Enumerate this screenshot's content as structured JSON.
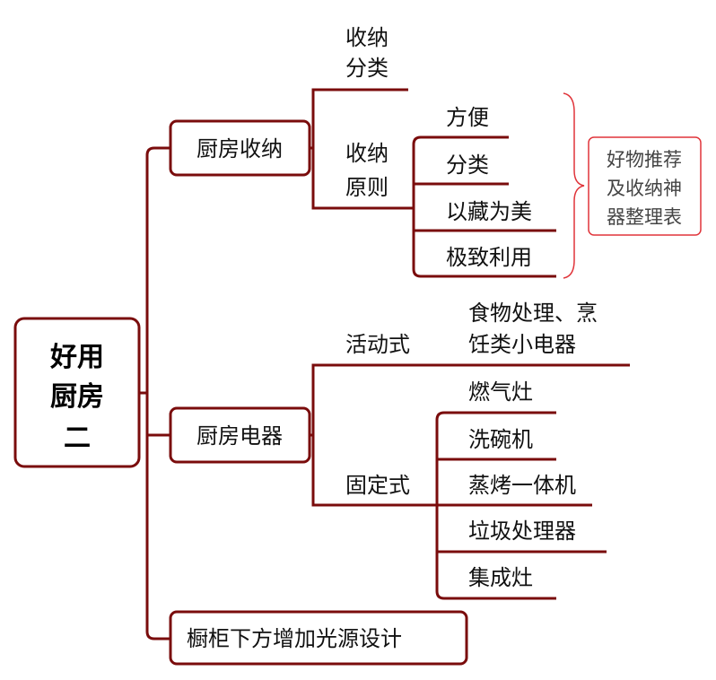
{
  "root": {
    "lines": [
      "好用",
      "厨房",
      "二"
    ]
  },
  "branches": [
    {
      "label": "厨房收纳",
      "children": [
        {
          "label_lines": [
            "收纳",
            "分类"
          ]
        },
        {
          "label_lines": [
            "收纳",
            "原则"
          ],
          "children": [
            "方便",
            "分类",
            "以藏为美",
            "极致利用"
          ]
        }
      ]
    },
    {
      "label": "厨房电器",
      "children": [
        {
          "label": "活动式",
          "children_lines": [
            "食物处理、烹",
            "饪类小电器"
          ]
        },
        {
          "label": "固定式",
          "children": [
            "燃气灶",
            "洗碗机",
            "蒸烤一体机",
            "垃圾处理器",
            "集成灶"
          ]
        }
      ]
    },
    {
      "label": "橱柜下方增加光源设计"
    }
  ],
  "note": {
    "lines": [
      "好物推荐",
      "及收纳神",
      "器整理表"
    ]
  },
  "colors": {
    "line": "#7a0c0c",
    "note_border": "#e0343a",
    "note_text": "#444444"
  }
}
